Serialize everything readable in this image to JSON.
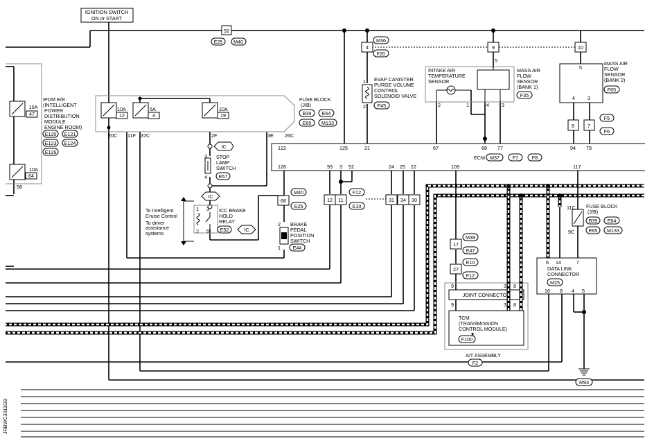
{
  "ignition_switch": {
    "line1": "IGNITION SWITCH",
    "line2": "ON or START"
  },
  "conn_92": {
    "num": "92",
    "c1": "E25",
    "c2": "M40"
  },
  "ipdm": {
    "lines": [
      "IPDM E/R",
      "(INTELLIGENT",
      "POWER",
      "DISTRIBUTION",
      "MODULE",
      "ENGINE ROOM)"
    ],
    "codes": [
      "E120",
      "E121",
      "E123",
      "E124",
      "E126"
    ],
    "fuse1": {
      "amp": "10A",
      "num": "47"
    },
    "fuse2": {
      "amp": "10A",
      "num": "64"
    },
    "pin": "58"
  },
  "fuse_block_top": {
    "fuses": [
      {
        "amp": "10A",
        "num": "12"
      },
      {
        "amp": "5A",
        "num": "4"
      },
      {
        "amp": "10A",
        "num": "19"
      }
    ],
    "pins": {
      "p20c": "20C",
      "p11f": "11F",
      "p37c": "37C",
      "p2f": "2F",
      "p3e": "3E",
      "p26c": "26C"
    },
    "label1": "FUSE BLOCK",
    "label2": "(J/B)",
    "codes": [
      "B39",
      "E64",
      "E65",
      "M133"
    ]
  },
  "stop_lamp": {
    "lines": [
      "STOP",
      "LAMP",
      "SWITCH"
    ],
    "code": "E57",
    "pin_top": "3",
    "pin_bot": "4"
  },
  "ic": "IC",
  "icc_relay": {
    "lines": [
      "ICC BRAKE",
      "HOLD",
      "RELAY"
    ],
    "code": "E52",
    "pins": {
      "p1": "1",
      "p2": "2",
      "p3": "3",
      "p5": "5"
    }
  },
  "to_intelligent": [
    "To Intelligent",
    "Cruise Control"
  ],
  "to_driver": [
    "To driver",
    "assistance",
    "systems"
  ],
  "brake_pedal": {
    "lines": [
      "BRAKE",
      "PEDAL",
      "POSITION",
      "SWITCH"
    ],
    "code": "E44",
    "pin_top": "2",
    "pin_bot": "1"
  },
  "conn_68": {
    "num": "68",
    "c1": "M40",
    "c2": "E25"
  },
  "conn_4": {
    "num": "4",
    "c1": "M36",
    "c2": "F20"
  },
  "conn_9": {
    "num": "9"
  },
  "conn_10": {
    "num": "10"
  },
  "evap": {
    "lines": [
      "EVAP CANISTER",
      "PURGE VOLUME",
      "CONTROL",
      "SOLENOID VALVE"
    ],
    "code": "F45",
    "pin_top": "1",
    "pin_bot": "2"
  },
  "intake_air": {
    "lines": [
      "INTAKE AIR",
      "TEMPERATURE",
      "SENSOR"
    ]
  },
  "maf1": {
    "lines": [
      "MASS AIR",
      "FLOW",
      "SENSOR",
      "(BANK 1)"
    ],
    "code": "F35",
    "pins": [
      "2",
      "1",
      "4",
      "3",
      "5"
    ]
  },
  "maf2": {
    "lines": [
      "MASS AIR",
      "FLOW",
      "SENSOR",
      "(BANK 2)"
    ],
    "code": "F65",
    "pins": [
      "5",
      "4",
      "3"
    ]
  },
  "conn_8": {
    "num": "8"
  },
  "conn_7": {
    "num": "7",
    "c1": "F5",
    "c2": "F6"
  },
  "ecm": {
    "label": "ECM",
    "codes": [
      "M37",
      "F7",
      "F8"
    ],
    "top_pins": [
      "122",
      "125",
      "21",
      "67",
      "68",
      "77",
      "94",
      "79"
    ],
    "bottom_pins": [
      "126",
      "93",
      "3",
      "52",
      "24",
      "25",
      "22",
      "109",
      "117"
    ]
  },
  "conn_12_11": {
    "a": "12",
    "b": "11",
    "c1": "F12",
    "c2": "E10"
  },
  "conn_31": {
    "a": "31",
    "b": "34",
    "c": "30"
  },
  "tcm_chain": {
    "n17": "17",
    "c17": "M39",
    "c17b": "E47",
    "n27": "27",
    "c27": "E10",
    "c27b": "F12"
  },
  "joint_connector": {
    "label": "JOINT CONNECTOR",
    "pins": [
      "9",
      "3",
      "8",
      "9",
      "3",
      "8"
    ]
  },
  "tcm": {
    "lines": [
      "TCM",
      "(TRANSMISSION",
      "CONTROL MODULE)"
    ],
    "code": "F100",
    "star": "★"
  },
  "at_assembly": {
    "label": "A/T ASSEMBLY",
    "code": "F2"
  },
  "fuse_block_right": {
    "label1": "FUSE BLOCK",
    "label2": "(J/B)",
    "codes": [
      "B39",
      "E64",
      "E65",
      "M133"
    ],
    "p11c": "11C",
    "p9c": "9C"
  },
  "dlc": {
    "lines": [
      "DATA LINK",
      "CONNECTOR"
    ],
    "code": "M25",
    "top_pins": [
      "6",
      "14",
      "7"
    ],
    "bottom_pins": [
      "16",
      "8",
      "4",
      "5"
    ]
  },
  "ground": {
    "code": "M93"
  },
  "side_code": "JRBWC3011GB"
}
